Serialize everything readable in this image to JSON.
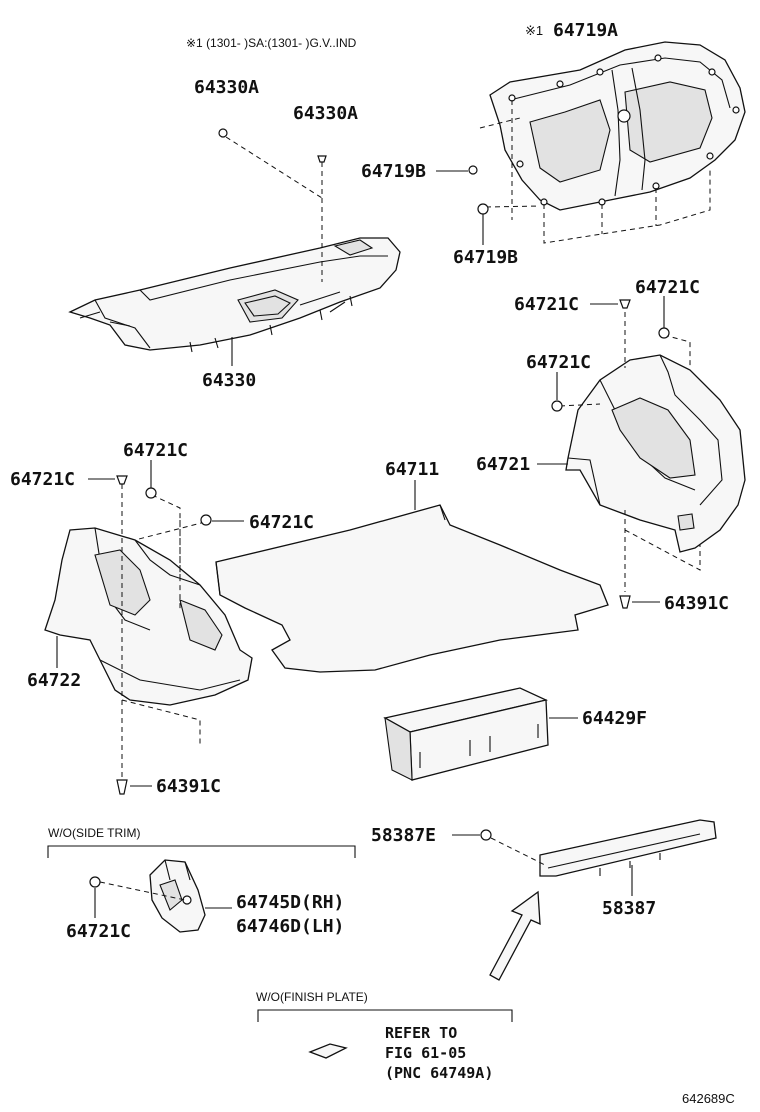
{
  "header_note": "※1 (1301-        )SA:(1301-        )G.V..IND",
  "parts": {
    "tray_clip_a": "64330A",
    "tray_clip_b": "64330A",
    "package_tray": "64330",
    "cover_marker": "※1",
    "trunk_cover": "64719A",
    "cover_clip_a": "64719B",
    "cover_clip_b": "64719B",
    "rh_clip_top": "64721C",
    "rh_clip_right": "64721C",
    "rh_clip_mid": "64721C",
    "rh_trim": "64721",
    "rh_bottom_clip": "64391C",
    "floor_mat": "64711",
    "lh_clip_a": "64721C",
    "lh_clip_b": "64721C",
    "lh_clip_c": "64721C",
    "lh_trim": "64722",
    "lh_bottom_clip": "64391C",
    "box": "64429F",
    "plate_clip": "58387E",
    "finish_plate": "58387",
    "side_clip": "64721C",
    "side_rh": "64745D(RH)",
    "side_lh": "64746D(LH)"
  },
  "sections": {
    "side_trim_title": "W/O(SIDE TRIM)",
    "finish_plate_title": "W/O(FINISH PLATE)"
  },
  "refer": {
    "line1": "REFER TO",
    "line2": "FIG 61-05",
    "line3": "(PNC 64749A)"
  },
  "figure_code": "642689C"
}
